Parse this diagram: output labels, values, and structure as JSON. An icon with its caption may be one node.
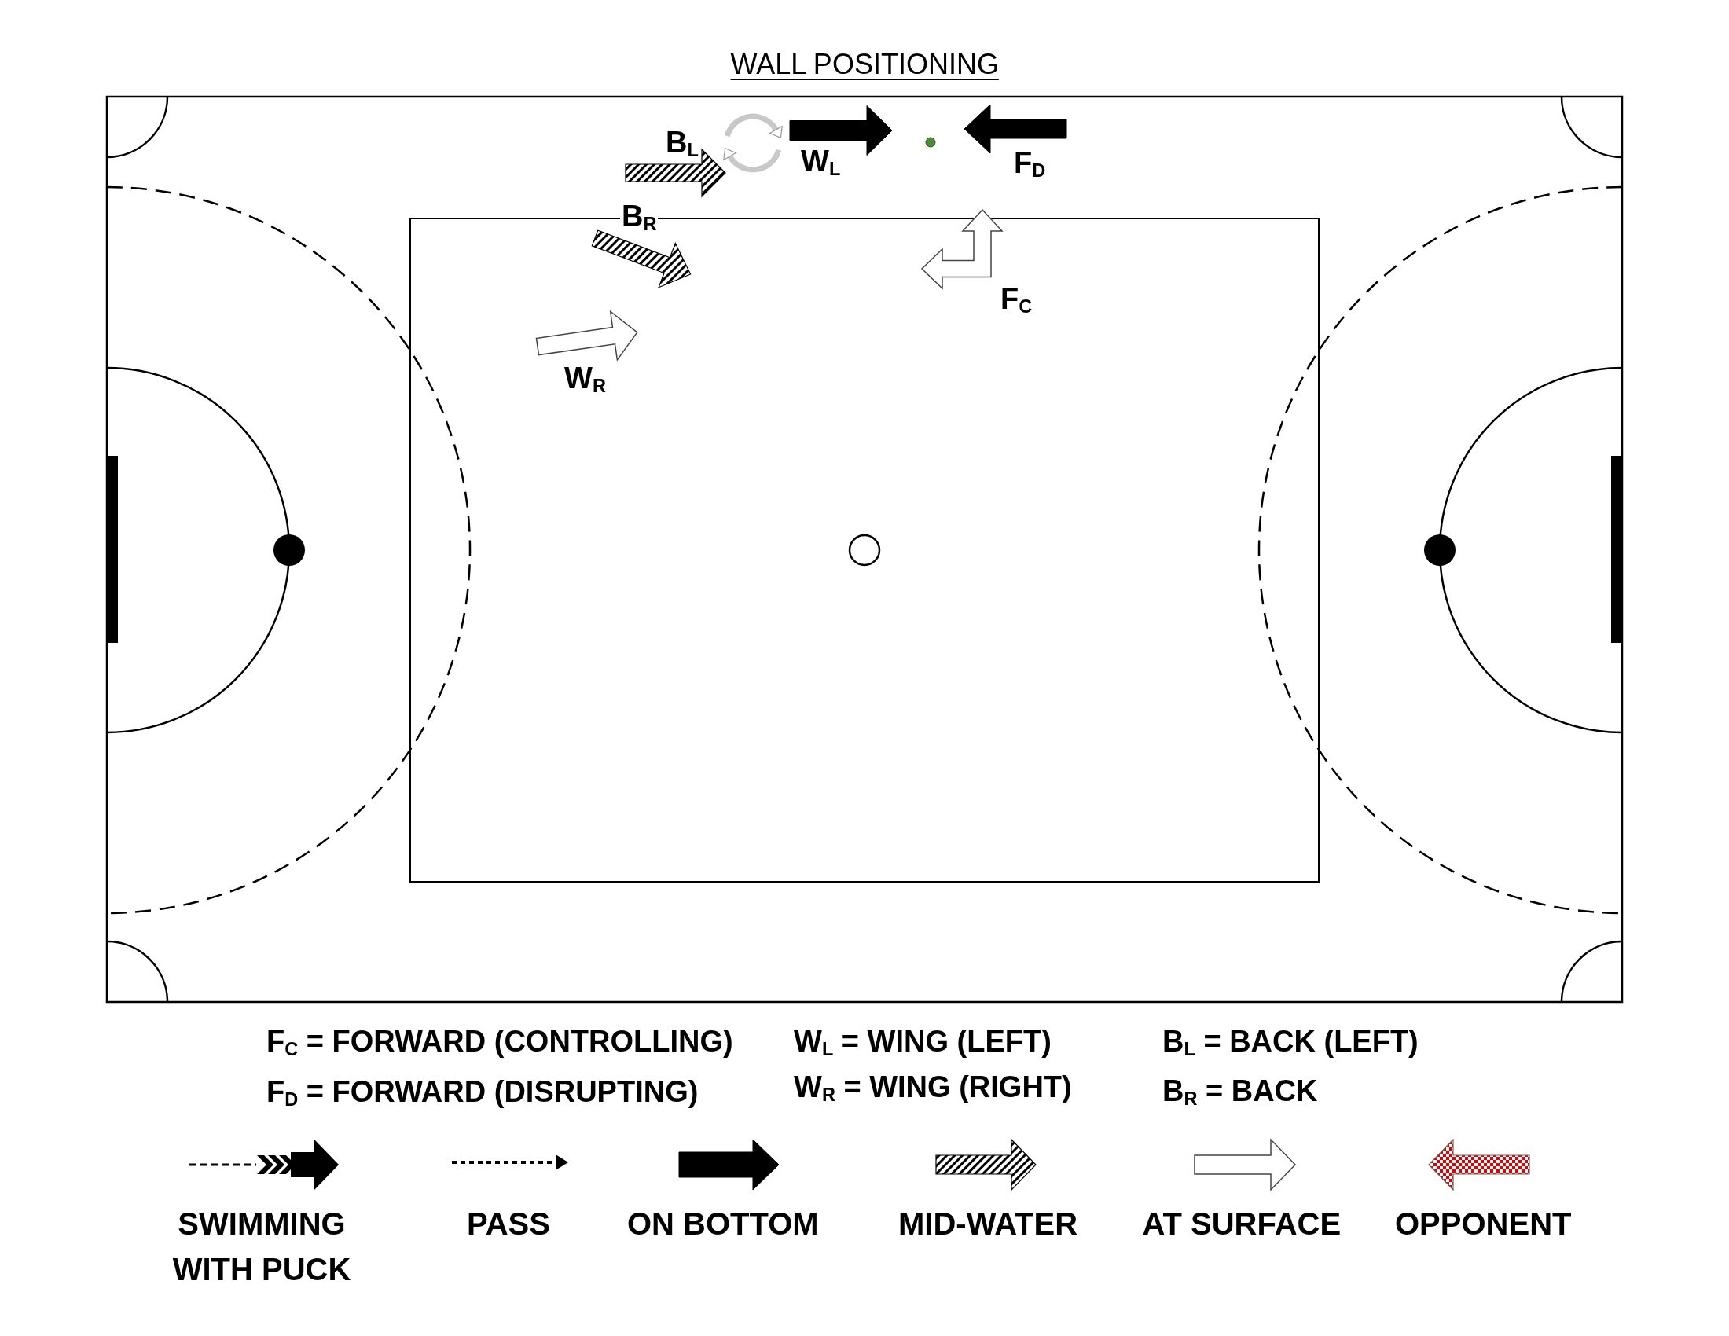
{
  "diagram": {
    "title": "WALL POSITIONING",
    "labels": [
      "B$_{L}$",
      "W$_{L}$",
      "F$_{D}$",
      "B$_{R}$",
      "F$_{C}$",
      "W$_{R}$",
      "F$_{C}$ = FORWARD (CONTROLLING)",
      "W$_{L}$ = WING (LEFT)",
      "B$_{L}$ = BACK (LEFT)",
      "F$_{D}$ = FORWARD (DISRUPTING)",
      "W$_{R}$ = WING (RIGHT)",
      "B$_{R}$ = BACK"
    ],
    "legend": [
      {
        "text": "SWIMMING WITH PUCK"
      },
      {
        "text": "PASS"
      },
      {
        "text": "ON BOTTOM"
      },
      {
        "text": "MID-WATER"
      },
      {
        "text": "AT SURFACE"
      },
      {
        "text": "OPPONENT"
      }
    ]
  }
}
